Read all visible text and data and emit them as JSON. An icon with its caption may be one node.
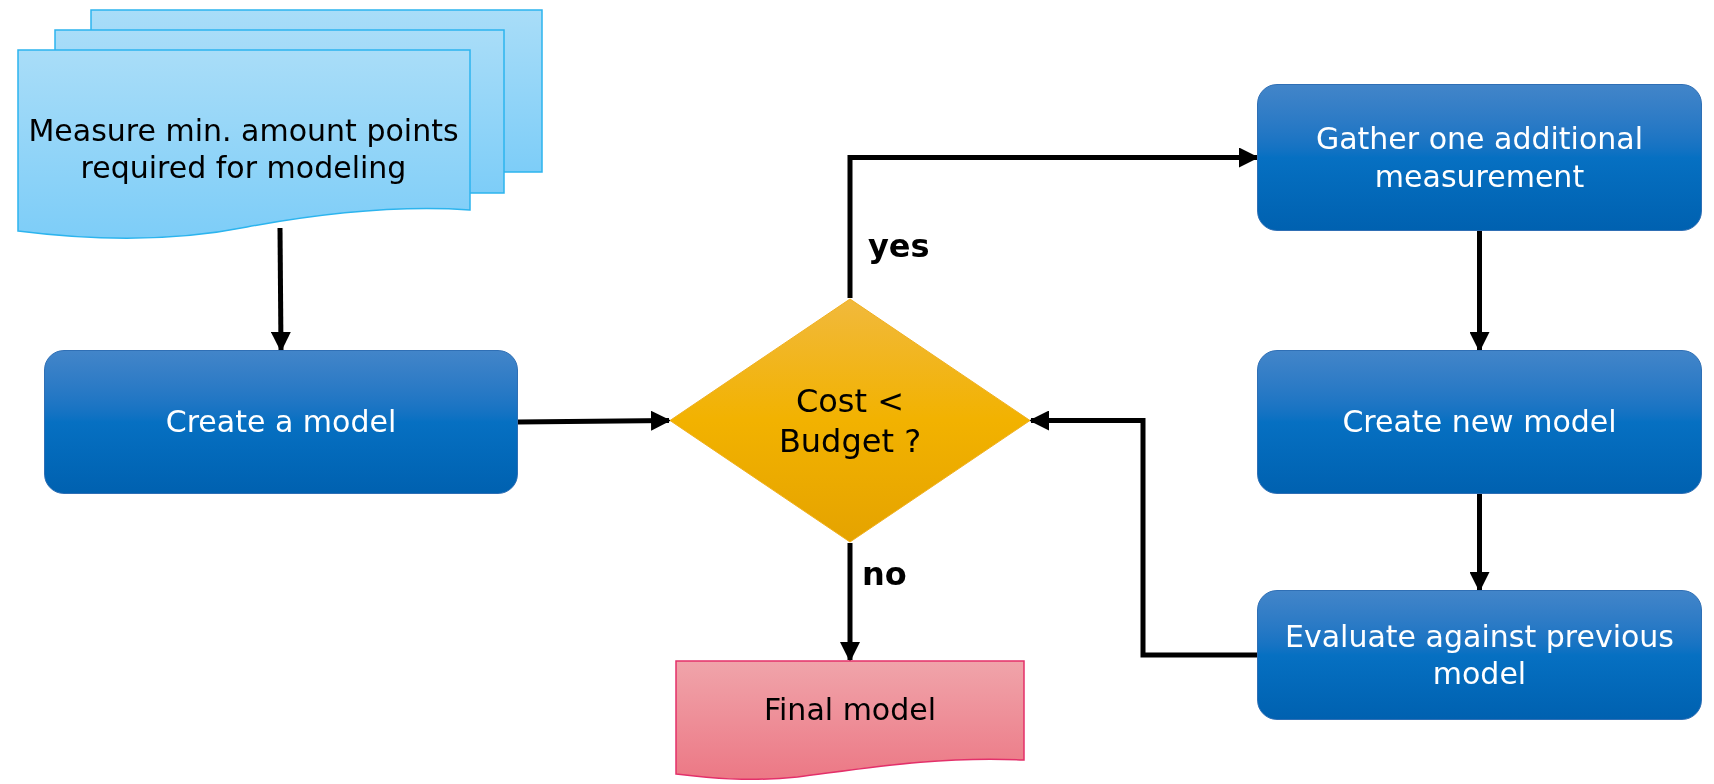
{
  "diagram": {
    "nodes": [
      {
        "text": [
          "Measure min. amount points required for modeling"
        ]
      },
      {
        "text": [
          "Create a model"
        ]
      },
      {
        "text": [
          "Cost < Budget ?"
        ]
      },
      {
        "text": [
          "Gather one additional measurement"
        ]
      },
      {
        "text": [
          "Create new model"
        ]
      },
      {
        "text": [
          "Evaluate against previous model"
        ]
      },
      {
        "text": [
          "Final model"
        ]
      }
    ],
    "edges": [
      {
        "from": 0,
        "to": 1,
        "arrow": "to"
      },
      {
        "from": 1,
        "to": 2,
        "arrow": "to"
      },
      {
        "from": 2,
        "to": 3,
        "arrow": "to",
        "label": "yes"
      },
      {
        "from": 3,
        "to": 4,
        "arrow": "to"
      },
      {
        "from": 4,
        "to": 5,
        "arrow": "to"
      },
      {
        "from": 5,
        "to": 2,
        "arrow": "to"
      },
      {
        "from": 2,
        "to": 6,
        "arrow": "to",
        "label": "no"
      }
    ]
  }
}
